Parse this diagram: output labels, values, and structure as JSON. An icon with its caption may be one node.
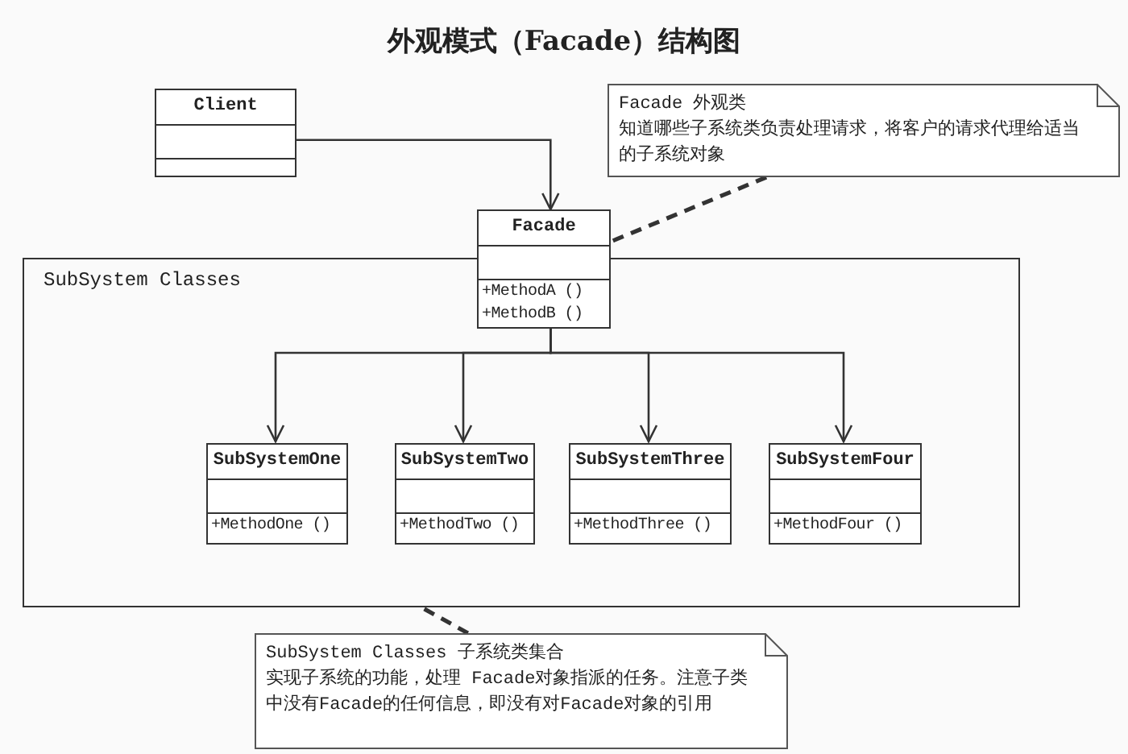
{
  "diagram": {
    "title": "外观模式（Facade）结构图",
    "nodes": [
      {
        "text": [
          "Client"
        ]
      },
      {
        "text": [
          "Facade",
          "+MethodA ()",
          "+MethodB ()"
        ]
      },
      {
        "text": [
          "Facade 外观类",
          "知道哪些子系统类负责处理请求，将客户的请求代理给适当的子系统对象"
        ]
      },
      {
        "text": [
          "SubSystem Classes"
        ]
      },
      {
        "text": [
          "SubSystemOne",
          "+MethodOne ()"
        ],
        "in": 3
      },
      {
        "text": [
          "SubSystemTwo",
          "+MethodTwo ()"
        ],
        "in": 3
      },
      {
        "text": [
          "SubSystemThree",
          "+MethodThree ()"
        ],
        "in": 3
      },
      {
        "text": [
          "SubSystemFour",
          "+MethodFour ()"
        ],
        "in": 3
      },
      {
        "text": [
          "SubSystem Classes 子系统类集合",
          "实现子系统的功能，处理 Facade对象指派的任务。注意子类中没有Facade的任何信息，即没有对Facade对象的引用"
        ]
      }
    ],
    "edges": [
      {
        "from": 0,
        "to": 1,
        "arrow": "to"
      },
      {
        "from": 1,
        "to": 4,
        "arrow": "to"
      },
      {
        "from": 1,
        "to": 5,
        "arrow": "to"
      },
      {
        "from": 1,
        "to": 6,
        "arrow": "to"
      },
      {
        "from": 1,
        "to": 7,
        "arrow": "to"
      },
      {
        "from": 2,
        "to": 1,
        "arrow": "none",
        "style": "dashed"
      },
      {
        "from": 8,
        "to": 3,
        "arrow": "none",
        "style": "dashed"
      }
    ]
  }
}
